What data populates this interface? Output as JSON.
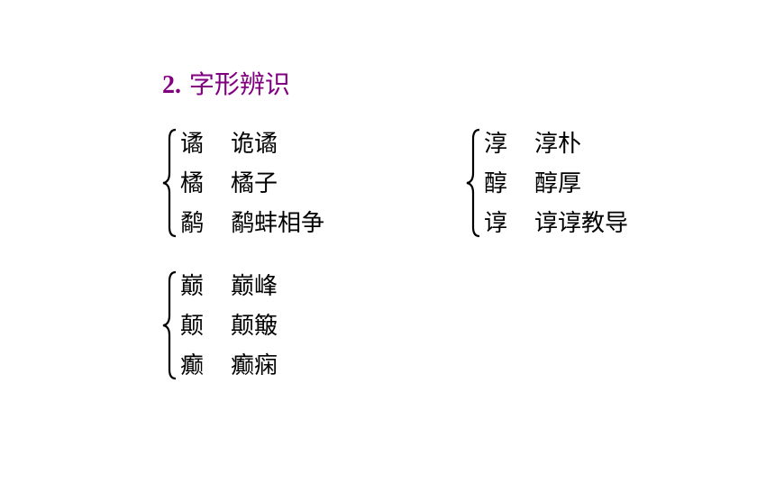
{
  "section": {
    "number": "2.",
    "title": "字形辨识"
  },
  "groups": [
    {
      "rows": [
        {
          "char": "谲",
          "word": "诡谲"
        },
        {
          "char": "橘",
          "word": "橘子"
        },
        {
          "char": "鹬",
          "word": "鹬蚌相争"
        }
      ]
    },
    {
      "rows": [
        {
          "char": "淳",
          "word": "淳朴"
        },
        {
          "char": "醇",
          "word": "醇厚"
        },
        {
          "char": "谆",
          "word": "谆谆教导"
        }
      ]
    },
    {
      "rows": [
        {
          "char": "巅",
          "word": "巅峰"
        },
        {
          "char": "颠",
          "word": "颠簸"
        },
        {
          "char": "癫",
          "word": "癫痫"
        }
      ]
    }
  ]
}
